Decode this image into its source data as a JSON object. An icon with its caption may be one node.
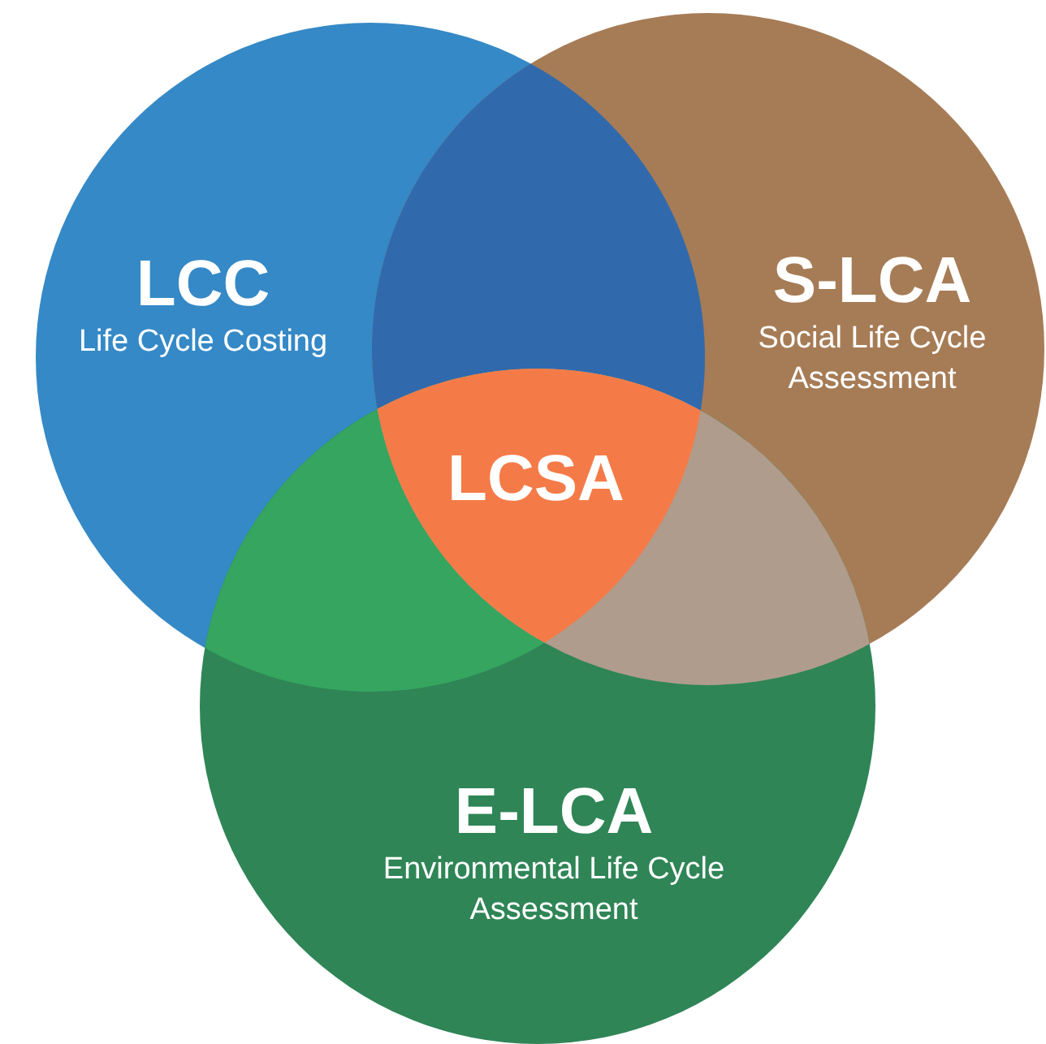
{
  "diagram": {
    "nodes": [
      {
        "text": [
          "LCC",
          "Life Cycle Costing"
        ]
      },
      {
        "text": [
          "S-LCA",
          "Social Life Cycle Assessment"
        ]
      },
      {
        "text": [
          "E-LCA",
          "Environmental Life Cycle Assessment"
        ]
      },
      {
        "text": [
          "LCSA"
        ]
      }
    ]
  }
}
